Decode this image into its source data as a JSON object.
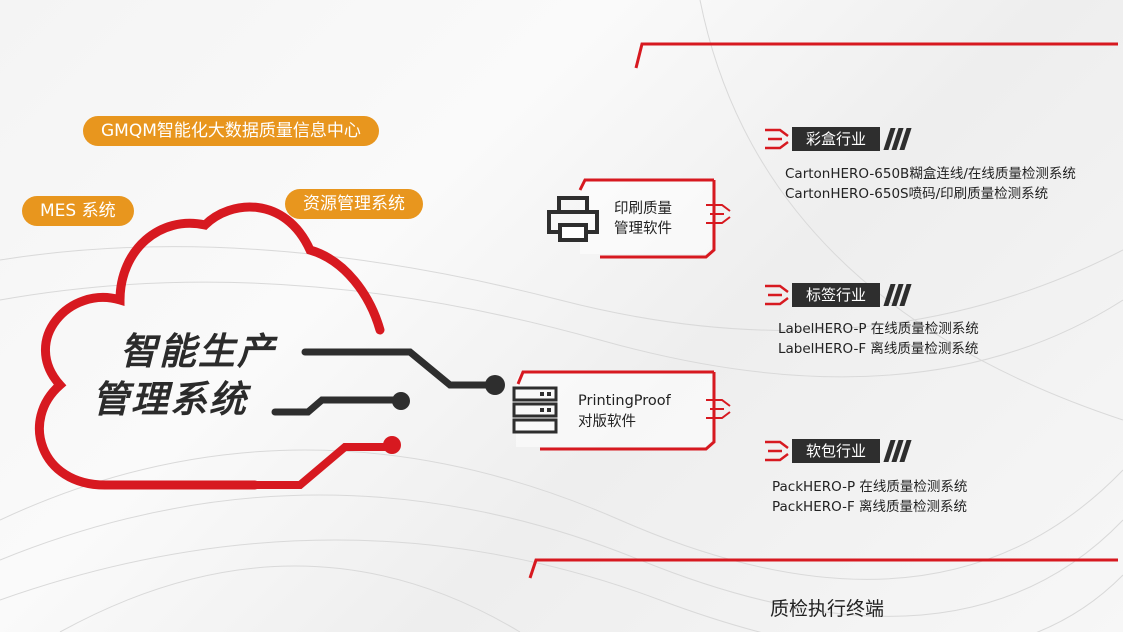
{
  "pills": {
    "gmqm": "GMQM智能化大数据质量信息中心",
    "mes": "MES 系统",
    "resource": "资源管理系统"
  },
  "cloud": {
    "line1": "智能生产",
    "line2": "管理系统"
  },
  "software": {
    "print_quality_line1": "印刷质量",
    "print_quality_line2": "管理软件",
    "proof_line1": "PrintingProof",
    "proof_line2": "对版软件"
  },
  "industries": [
    {
      "name": "彩盒行业",
      "products": [
        "CartonHERO-650B糊盒连线/在线质量检测系统",
        "CartonHERO-650S喷码/印刷质量检测系统"
      ]
    },
    {
      "name": "标签行业",
      "products": [
        "LabelHERO-P 在线质量检测系统",
        "LabelHERO-F 离线质量检测系统"
      ]
    },
    {
      "name": "软包行业",
      "products": [
        "PackHERO-P 在线质量检测系统",
        "PackHERO-F 离线质量检测系统"
      ]
    }
  ],
  "footer": {
    "label": "质检执行终端"
  },
  "colors": {
    "accent_red": "#d71920",
    "pill_orange": "#e8961e",
    "dark": "#2e2e2e"
  }
}
